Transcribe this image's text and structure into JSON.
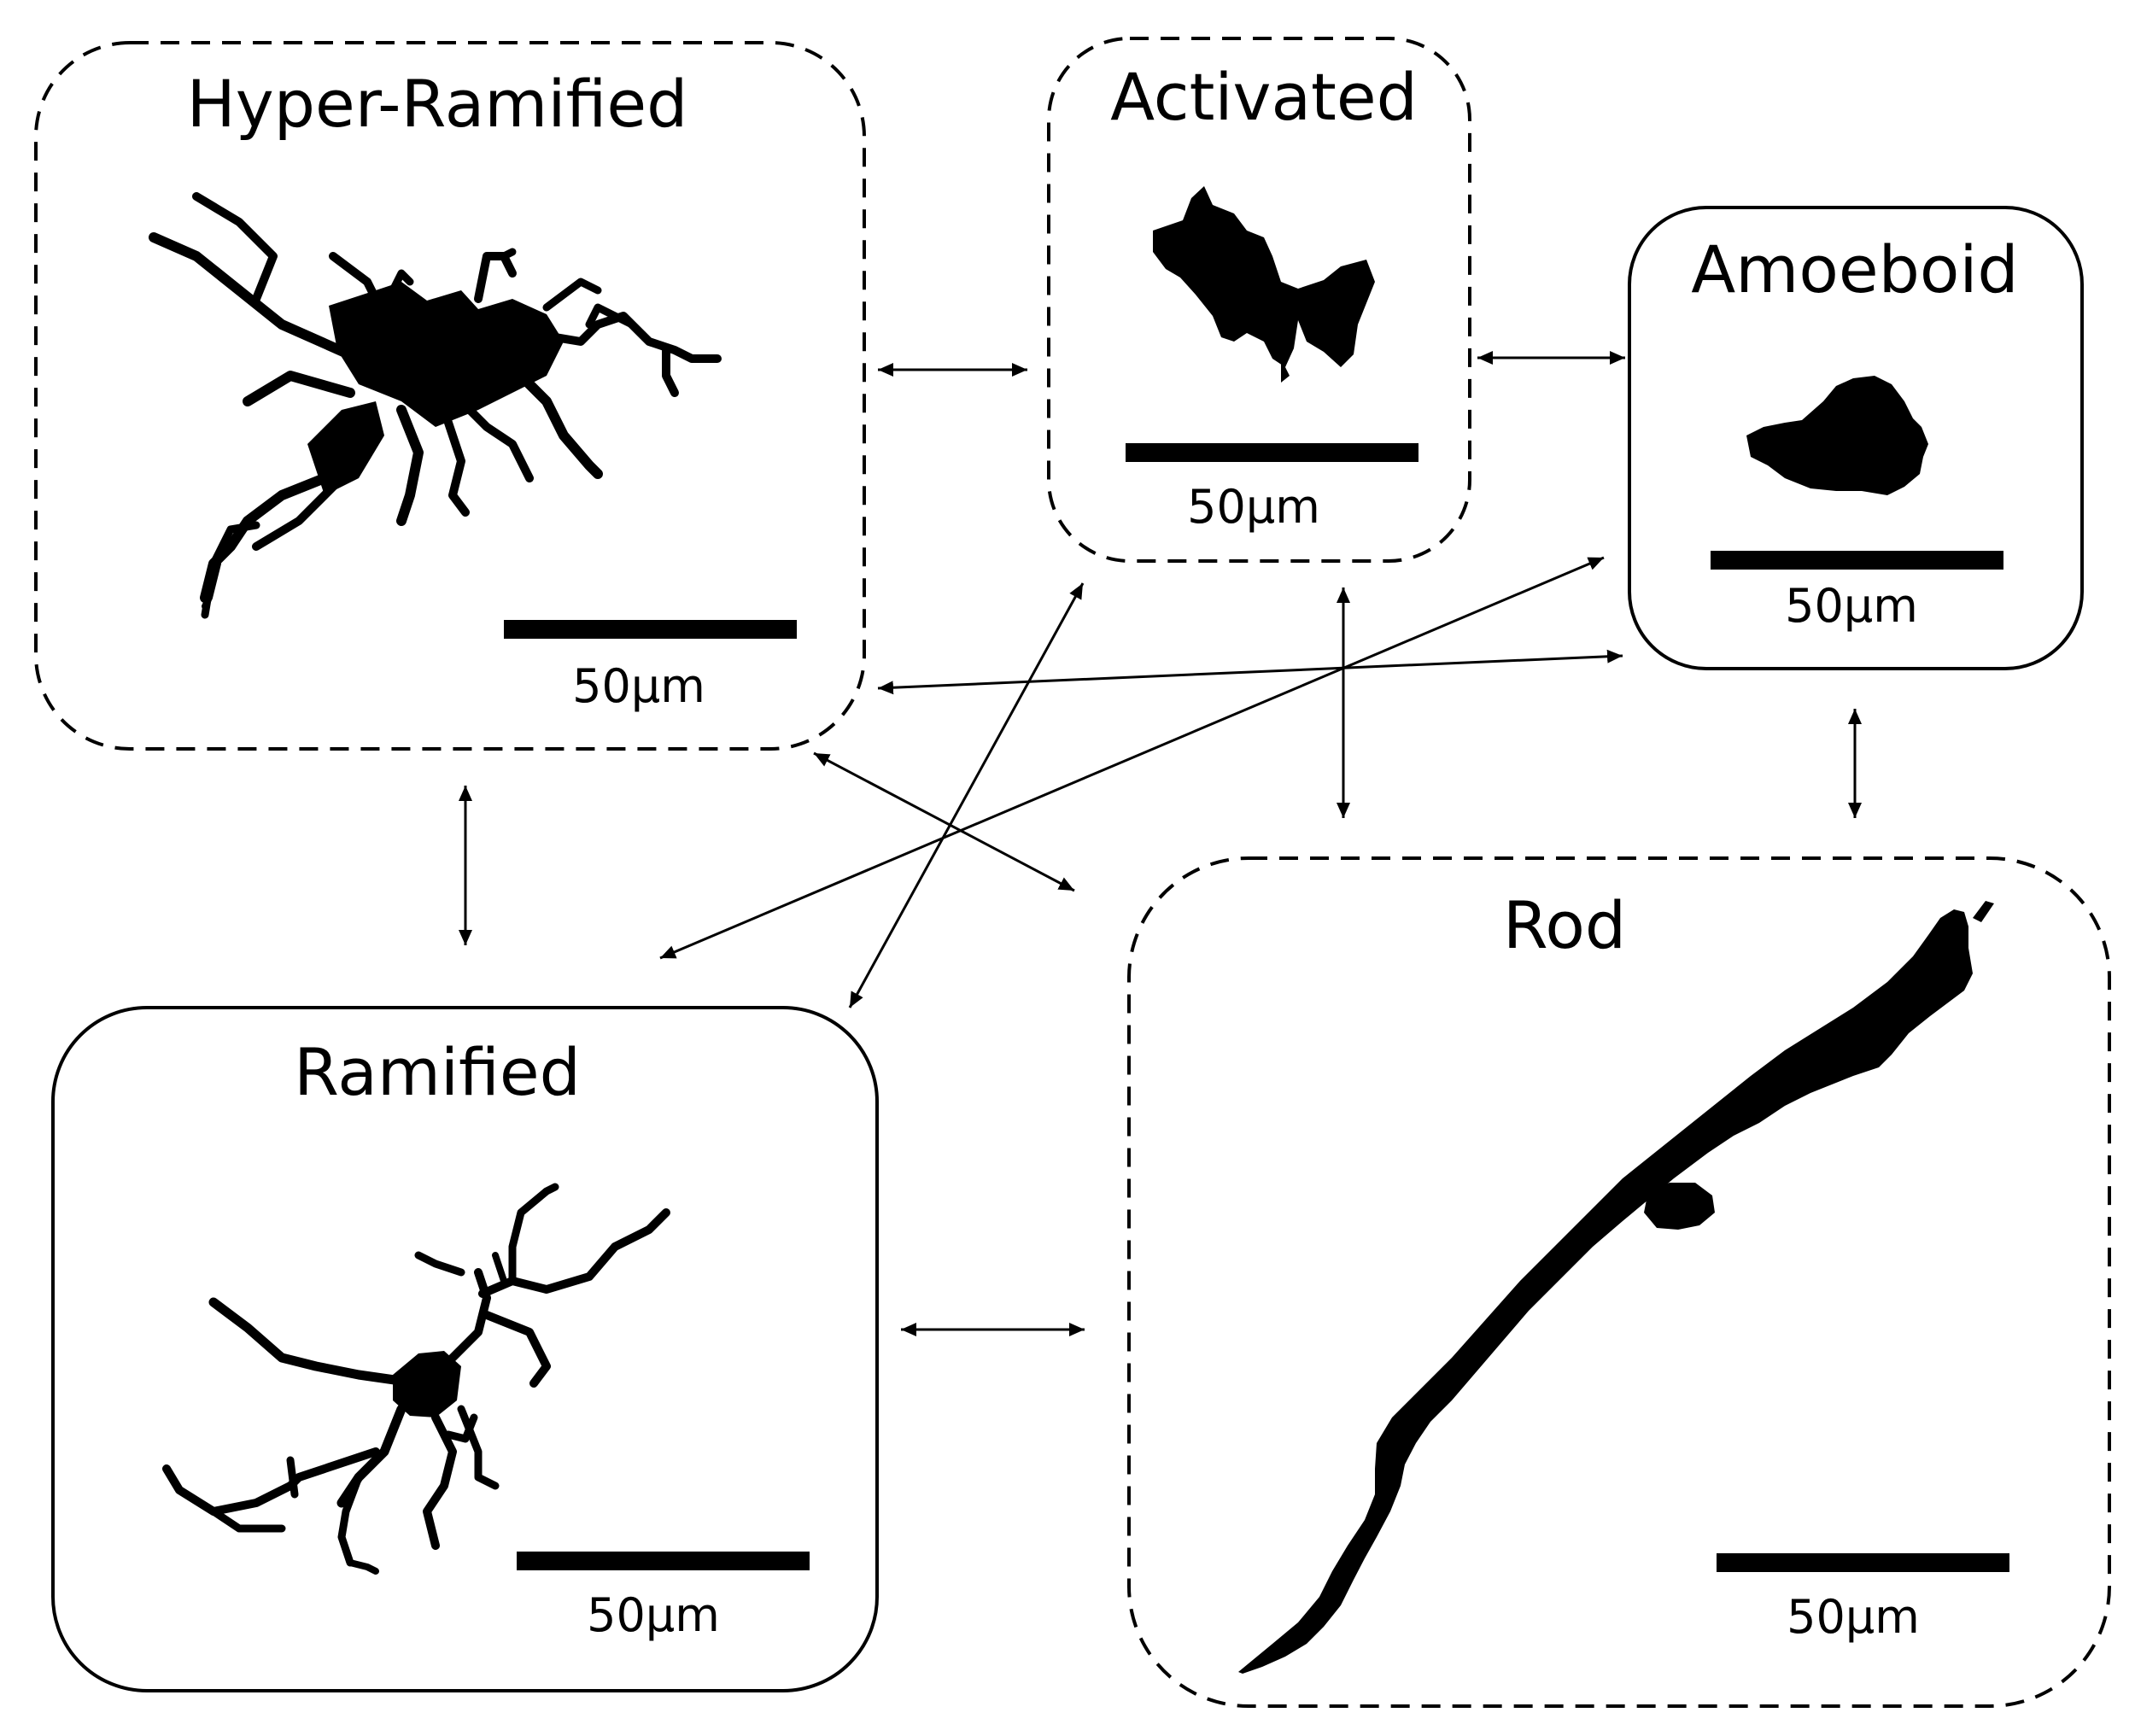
{
  "panels": {
    "hyper_ramified": {
      "title": "Hyper-Ramified",
      "scale_label": "50µm",
      "border": "dashed"
    },
    "activated": {
      "title": "Activated",
      "scale_label": "50µm",
      "border": "dashed"
    },
    "amoeboid": {
      "title": "Amoeboid",
      "scale_label": "50µm",
      "border": "solid"
    },
    "ramified": {
      "title": "Ramified",
      "scale_label": "50µm",
      "border": "solid"
    },
    "rod": {
      "title": "Rod",
      "scale_label": "50µm",
      "border": "dashed"
    }
  },
  "transitions": [
    [
      "hyper_ramified",
      "activated"
    ],
    [
      "activated",
      "amoeboid"
    ],
    [
      "hyper_ramified",
      "amoeboid"
    ],
    [
      "hyper_ramified",
      "ramified"
    ],
    [
      "hyper_ramified",
      "rod"
    ],
    [
      "activated",
      "rod"
    ],
    [
      "activated",
      "ramified"
    ],
    [
      "amoeboid",
      "ramified"
    ],
    [
      "amoeboid",
      "rod"
    ],
    [
      "ramified",
      "rod"
    ]
  ],
  "colors": {
    "ink": "#000000",
    "background": "#ffffff"
  }
}
